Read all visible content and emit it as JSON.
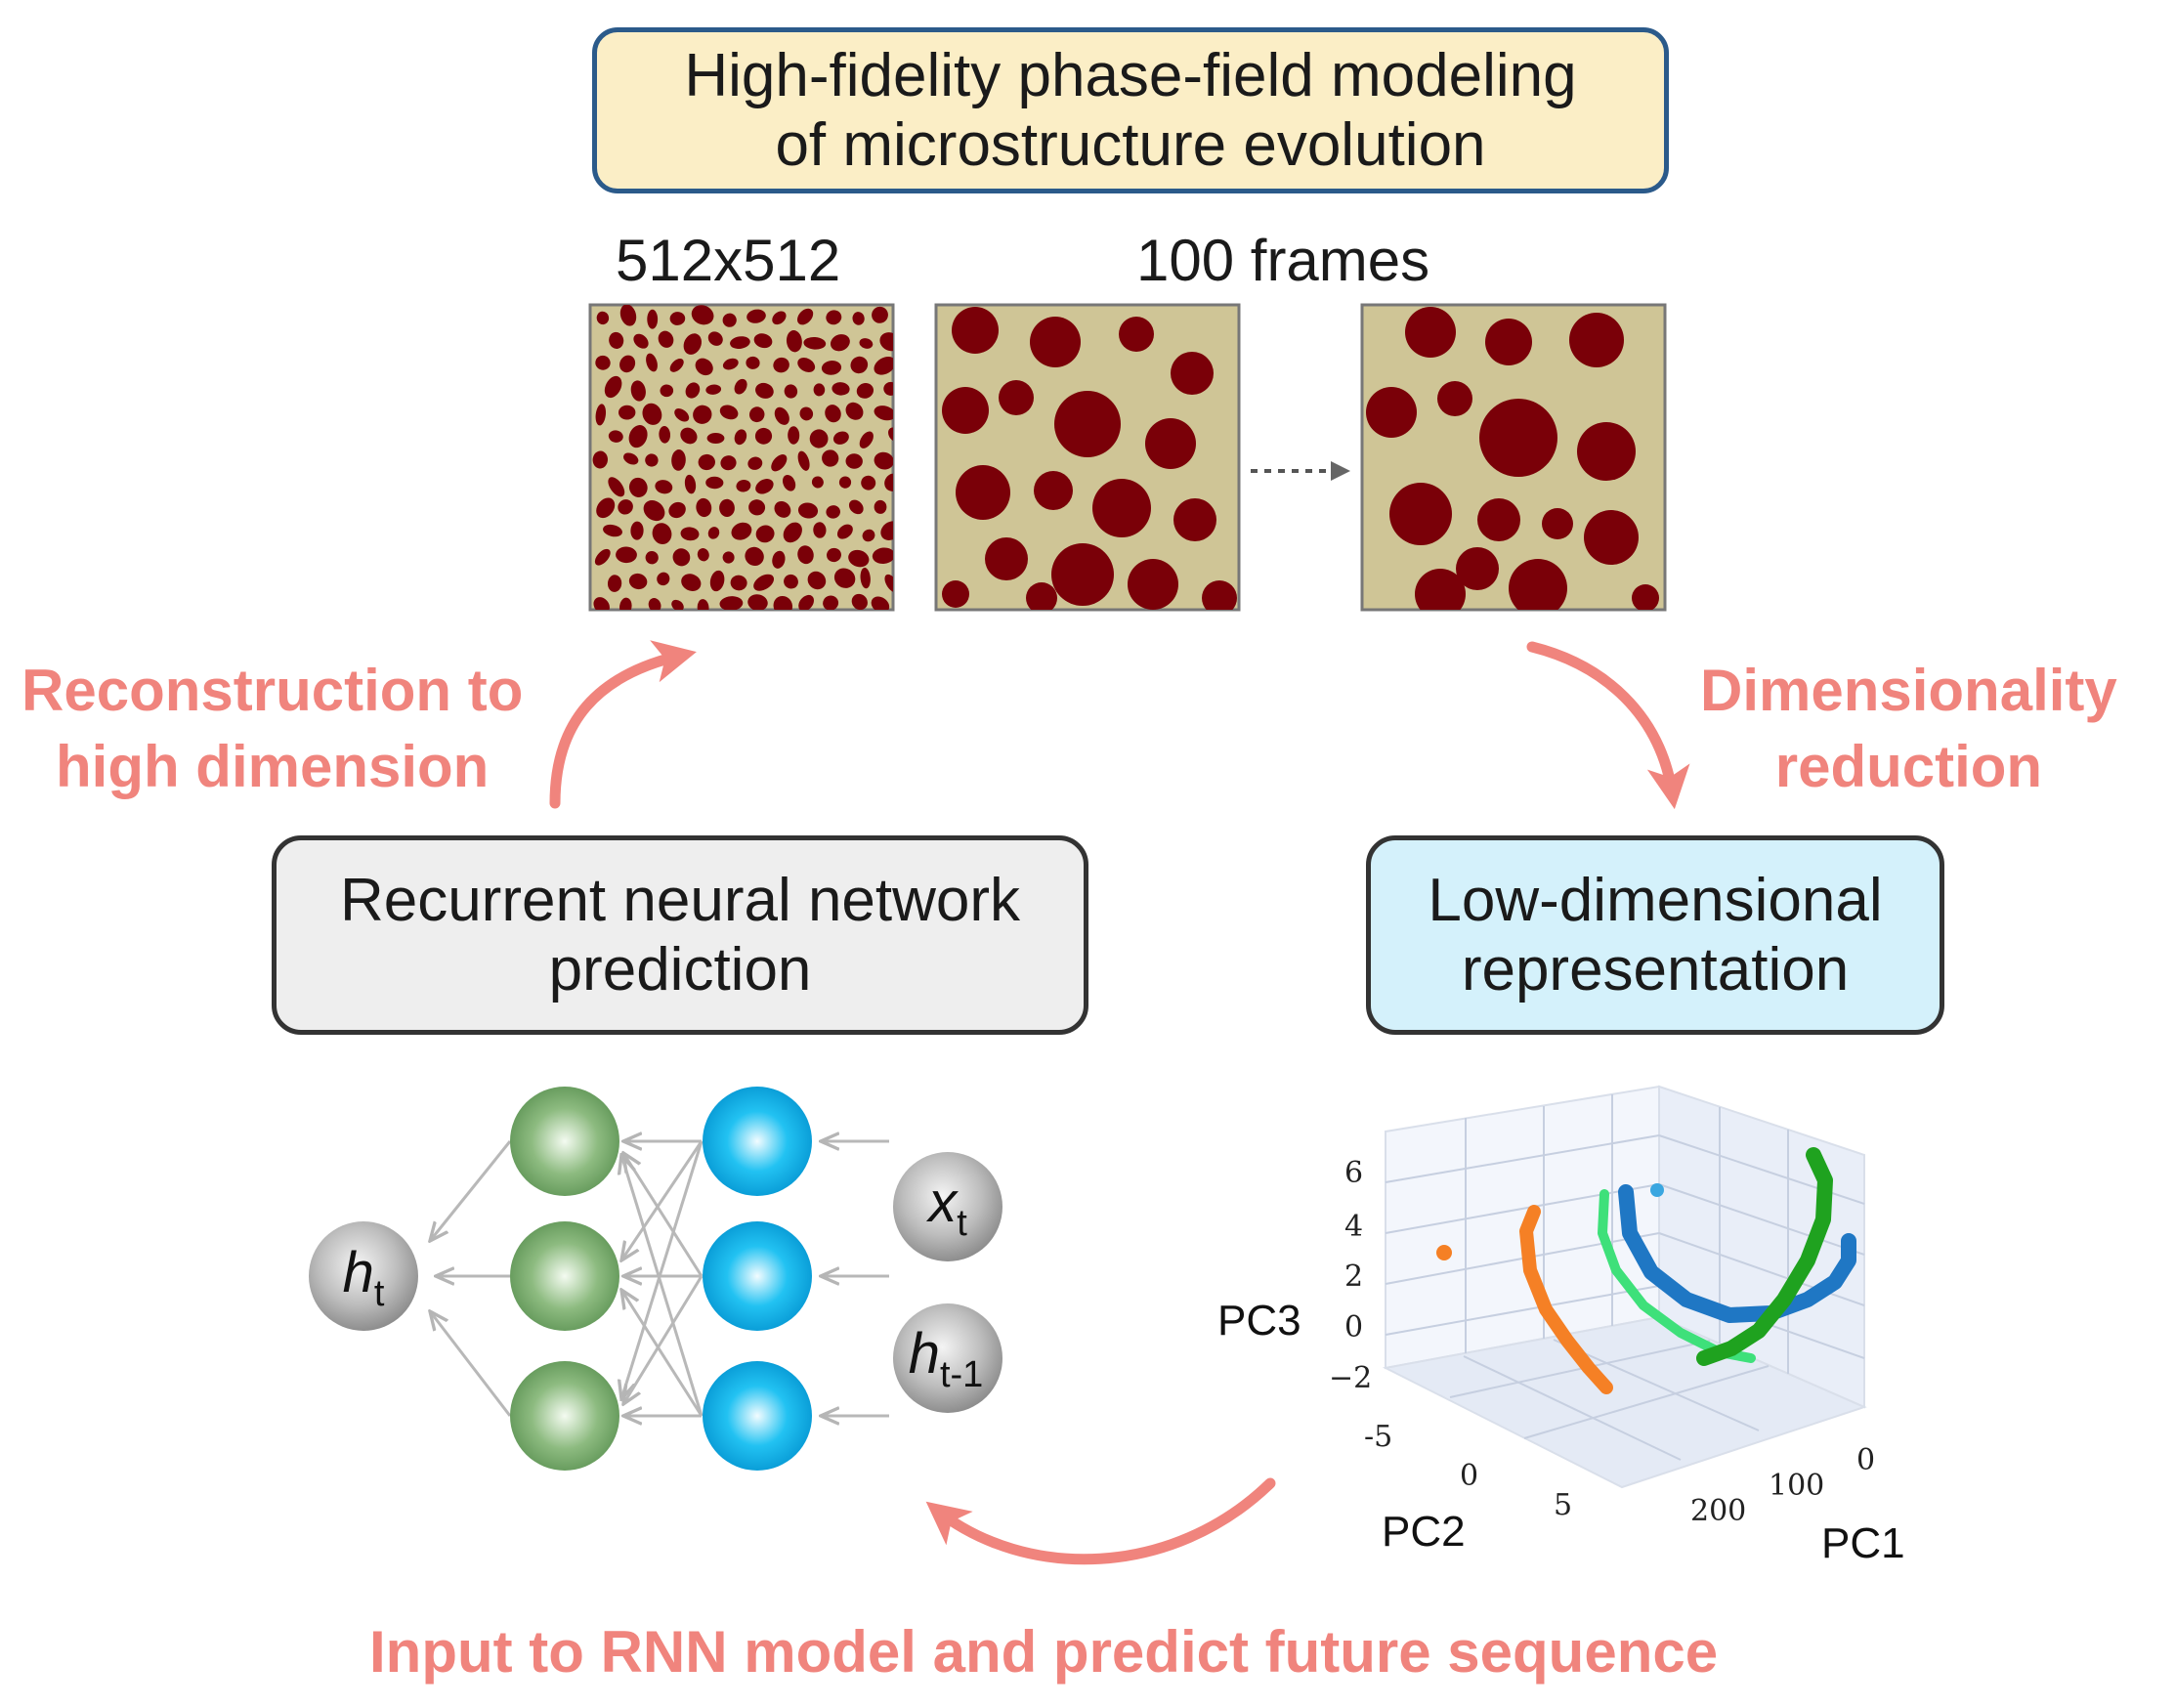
{
  "top_box": {
    "line1": "High-fidelity phase-field modeling",
    "line2": "of microstructure evolution"
  },
  "frames": {
    "size_label": "512x512",
    "count_label": "100 frames"
  },
  "arrows": {
    "reconstruction": {
      "line1": "Reconstruction to",
      "line2": "high dimension"
    },
    "dimensionality": {
      "line1": "Dimensionality",
      "line2": "reduction"
    },
    "input": "Input to RNN model and predict future sequence"
  },
  "rnn_box": {
    "line1": "Recurrent neural network",
    "line2": "prediction"
  },
  "low_box": {
    "line1": "Low-dimensional",
    "line2": "representation"
  },
  "rnn_nodes": {
    "output": {
      "base": "h",
      "sub": "t"
    },
    "input_x": {
      "base": "x",
      "sub": "t"
    },
    "input_h": {
      "base": "h",
      "sub": "t-1"
    }
  },
  "plot3d": {
    "axis_labels": {
      "z": "PC3",
      "y": "PC2",
      "x": "PC1"
    },
    "z_ticks": [
      "6",
      "4",
      "2",
      "0",
      "−2"
    ],
    "y_ticks": [
      "-5",
      "0",
      "5"
    ],
    "x_ticks": [
      "200",
      "100",
      "0"
    ]
  },
  "colors": {
    "pink_arrow": "#f0847d",
    "microstructure_bg": "#cfc596",
    "microstructure_particle": "#7a0008",
    "green_node": "#7fae72",
    "cyan_node": "#17b9ec",
    "series": [
      "#f58025",
      "#1f77c4",
      "#1fa21f",
      "#3ee07a"
    ]
  }
}
